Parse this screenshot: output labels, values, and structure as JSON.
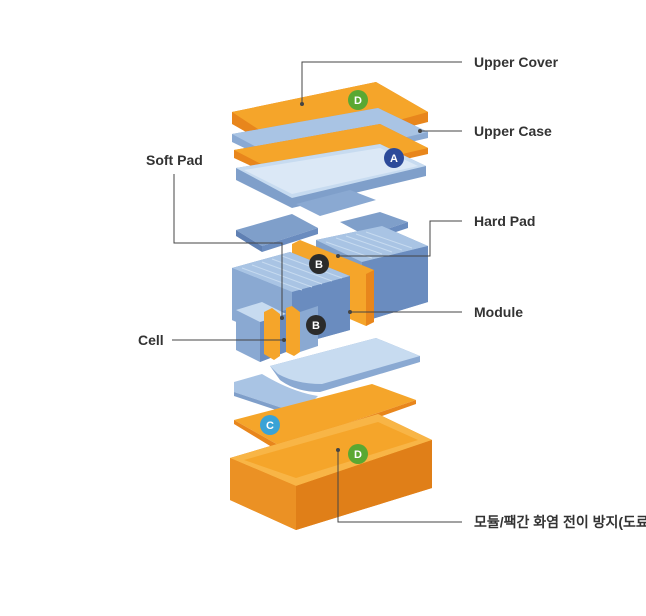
{
  "labels": {
    "upper_cover": "Upper Cover",
    "upper_case": "Upper Case",
    "soft_pad": "Soft Pad",
    "hard_pad": "Hard Pad",
    "module": "Module",
    "cell": "Cell",
    "lower_case": "모듈/팩간 화염 전이 방지(도료)"
  },
  "badges": {
    "top_d": "D",
    "a": "A",
    "b_upper": "B",
    "b_lower": "B",
    "c": "C",
    "bottom_d": "D"
  },
  "colors": {
    "orange": "#f5a52a",
    "orange_dark": "#e8861c",
    "blue_light": "#a9c4e4",
    "blue_mid": "#8aa9d2",
    "blue_dark": "#6a8cbf",
    "badge_green": "#5aa832",
    "badge_navy": "#2c4a9a",
    "badge_black": "#2b2b2b",
    "badge_cyan": "#3aa3d6",
    "leader_line": "#444444"
  }
}
